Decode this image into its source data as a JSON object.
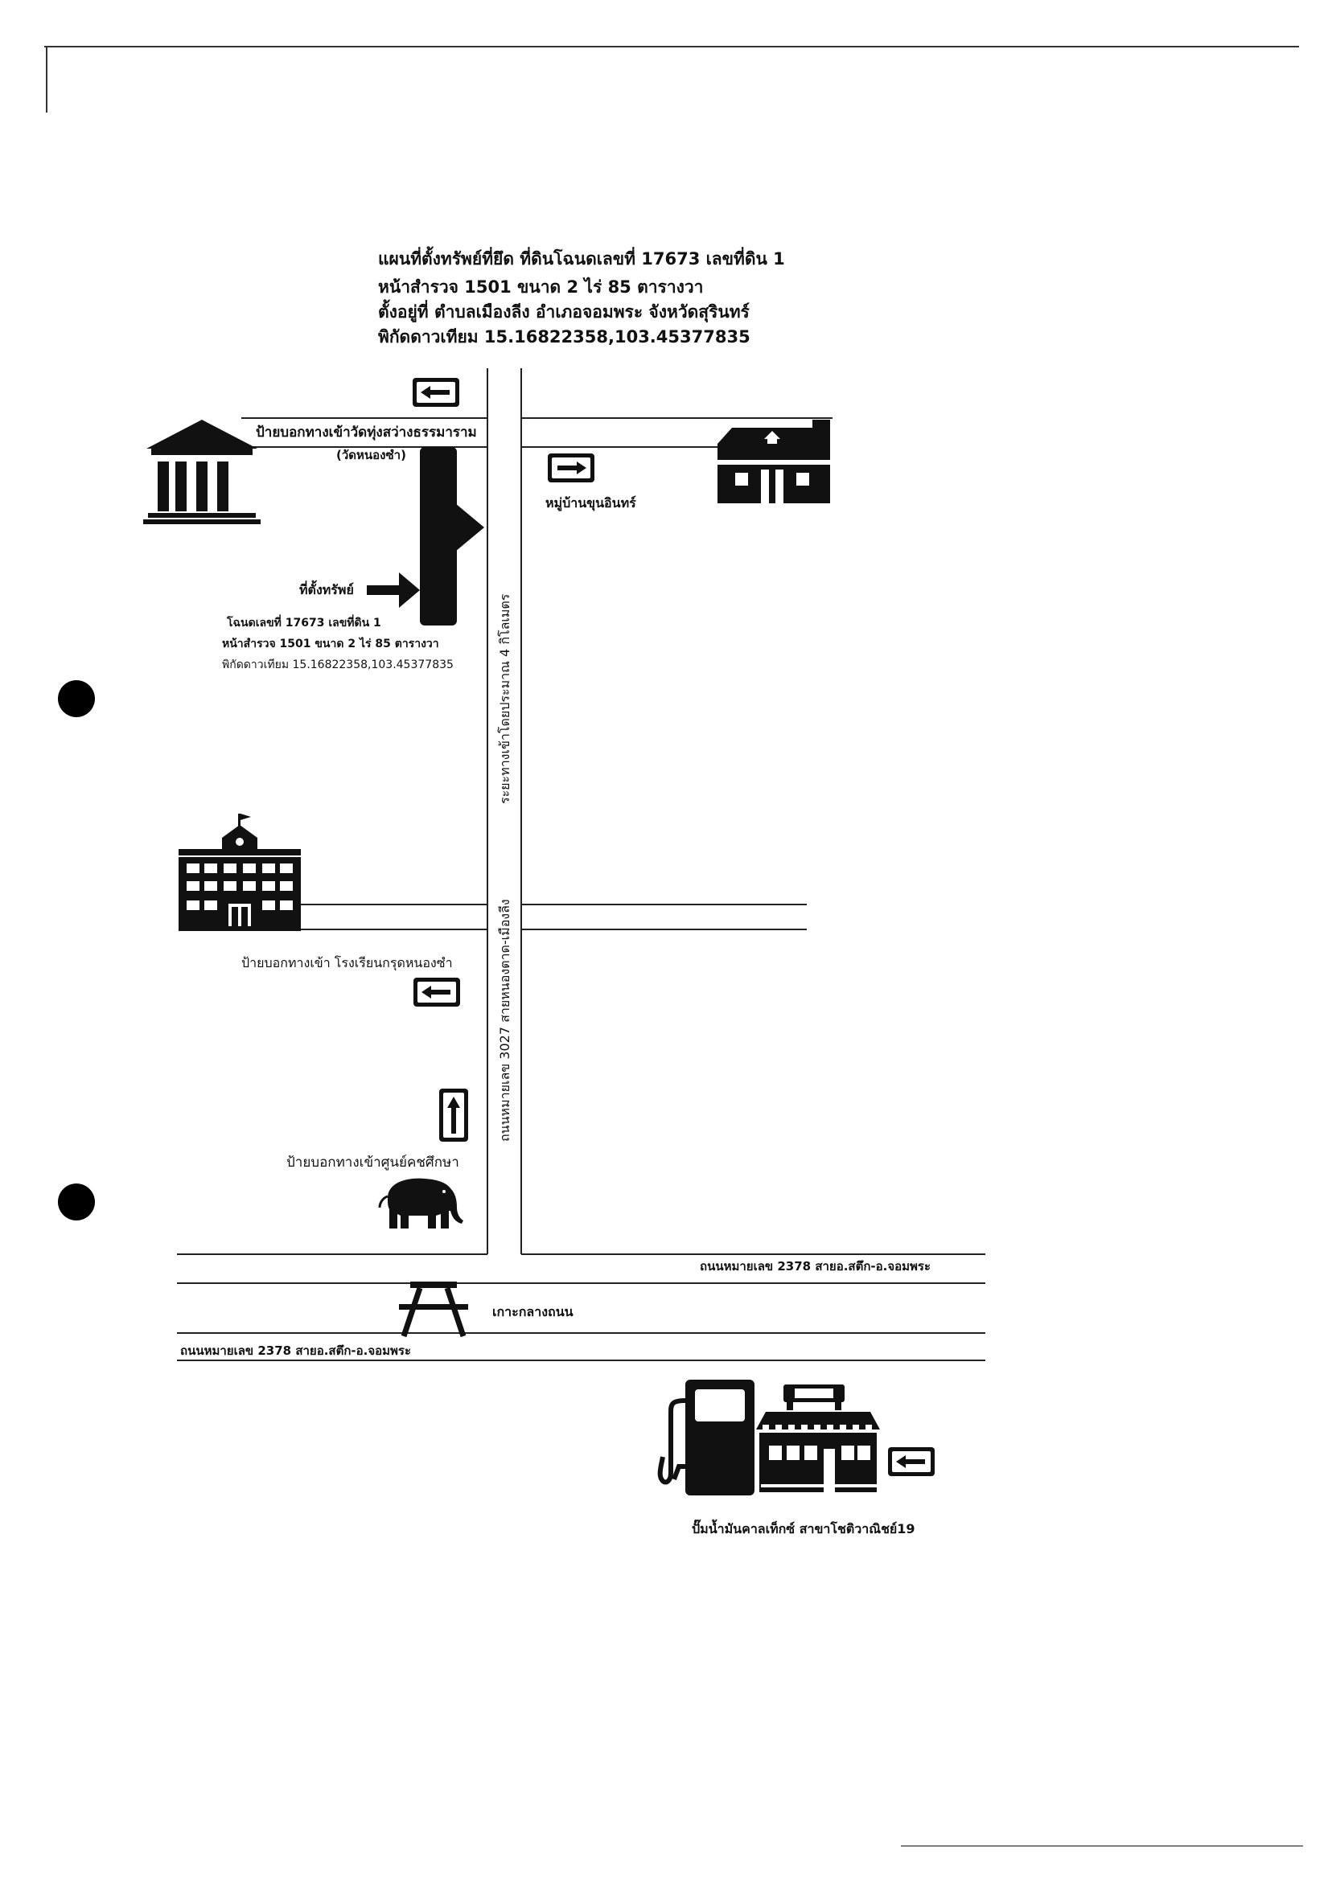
{
  "title": {
    "line1": "แผนที่ตั้งทรัพย์ที่ยึด ที่ดินโฉนดเลขที่ 17673 เลขที่ดิน 1",
    "line2": "หน้าสำรวจ 1501   ขนาด 2 ไร่ 85 ตารางวา",
    "line3": "ตั้งอยู่ที่ ตำบลเมืองลีง อำเภอจอมพระ จังหวัดสุรินทร์",
    "line4": "พิกัดดาวเทียม 15.16822358,103.45377835"
  },
  "landmarks": {
    "temple_sign": "ป้ายบอกทางเข้าวัดทุ่งสว่างธรรมาราม",
    "temple_name": "(วัดหนองซำ)",
    "village": "หมู่บ้านขุนอินทร์",
    "property_pointer": "ที่ตั้งทรัพย์",
    "property_info": {
      "line1": "โฉนดเลขที่ 17673 เลขที่ดิน 1",
      "line2": "หน้าสำรวจ 1501   ขนาด 2 ไร่ 85 ตารางวา",
      "line3": "พิกัดดาวเทียม 15.16822358,103.45377835"
    },
    "school_sign": "ป้ายบอกทางเข้า โรงเรียนกรุดหนองซำ",
    "elephant_center_sign": "ป้ายบอกทางเข้าศูนย์คชศึกษา",
    "median": "เกาะกลางถนน",
    "gas_station": "ปั๊มน้ำมันคาลเท็กซ์ สาขาโชติวาณิชย์19"
  },
  "roads": {
    "vertical_distance": "ระยะทางเข้าโดยประมาณ 4 กิโลเมตร",
    "vertical_road": "ถนนหมายเลข 3027 สายหนองตาด-เมืองลีง",
    "main_road_upper": "ถนนหมายเลข 2378 สายอ.สตึก-อ.จอมพระ",
    "main_road_lower": "ถนนหมายเลข 2378 สายอ.สตึก-อ.จอมพระ"
  },
  "icons": [
    "temple-icon",
    "house-icon",
    "school-icon",
    "elephant-icon",
    "picnic-table-icon",
    "gas-pump-icon",
    "shop-icon",
    "arrow-left-icon",
    "arrow-right-icon",
    "arrow-up-icon",
    "property-parcel-icon"
  ],
  "colors": {
    "ink": "#111111",
    "paper": "#ffffff"
  }
}
